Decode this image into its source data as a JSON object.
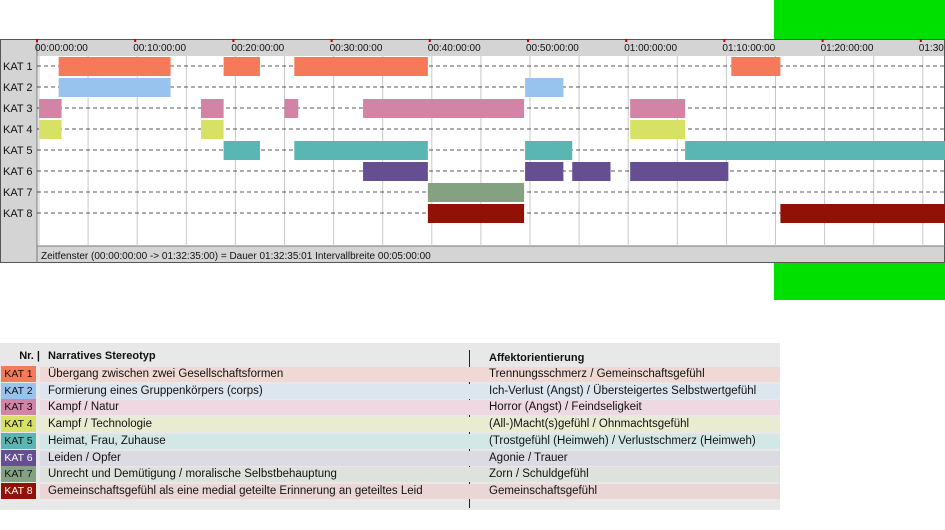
{
  "chart_data": {
    "type": "timeline",
    "time_labels": [
      "00:00:00:00",
      "00:10:00:00",
      "00:20:00:00",
      "00:30:00:00",
      "00:40:00:00",
      "00:50:00:00",
      "01:00:00:00",
      "01:10:00:00",
      "01:20:00:00",
      "01:30"
    ],
    "time_ticks_min": [
      0,
      10,
      20,
      30,
      40,
      50,
      60,
      70,
      80,
      90
    ],
    "window_min": [
      0,
      92.58
    ],
    "status_text": "Zeitfenster (00:00:00:00 -> 01:32:35:00) = Dauer 01:32:35:01     Intervallbreite 00:05:00:00",
    "rows": [
      {
        "label": "KAT 1",
        "color": "#f47a59",
        "segments": [
          [
            2,
            13.4
          ],
          [
            18.8,
            22.5
          ],
          [
            26,
            39.6
          ],
          [
            70.5,
            75.5
          ]
        ]
      },
      {
        "label": "KAT 2",
        "color": "#97c3ee",
        "segments": [
          [
            2,
            13.4
          ],
          [
            49.5,
            53.4
          ]
        ]
      },
      {
        "label": "KAT 3",
        "color": "#d283a6",
        "segments": [
          [
            0,
            2.3
          ],
          [
            16.5,
            18.8
          ],
          [
            25,
            26.4
          ],
          [
            33,
            49.4
          ],
          [
            60.2,
            65.8
          ]
        ]
      },
      {
        "label": "KAT 4",
        "color": "#d7e165",
        "segments": [
          [
            0,
            2.3
          ],
          [
            16.5,
            18.8
          ],
          [
            60.2,
            65.8
          ]
        ]
      },
      {
        "label": "KAT 5",
        "color": "#5ab6b2",
        "segments": [
          [
            18.8,
            22.5
          ],
          [
            26,
            39.6
          ],
          [
            49.5,
            54.3
          ],
          [
            65.8,
            92.58
          ]
        ]
      },
      {
        "label": "KAT 6",
        "color": "#654f92",
        "segments": [
          [
            33,
            39.6
          ],
          [
            49.5,
            53.4
          ],
          [
            54.3,
            58.2
          ],
          [
            60.2,
            70.2
          ]
        ]
      },
      {
        "label": "KAT 7",
        "color": "#84a281",
        "segments": [
          [
            39.6,
            49.4
          ]
        ]
      },
      {
        "label": "KAT 8",
        "color": "#921107",
        "segments": [
          [
            39.6,
            49.4
          ],
          [
            75.5,
            92.58
          ]
        ]
      }
    ]
  },
  "legend": {
    "header": {
      "nr": "Nr. |",
      "stereotyp": "Narratives Stereotyp",
      "affekt": "Affektorientierung"
    },
    "rows": [
      {
        "kat": "KAT 1",
        "color": "#f47a59",
        "text_color": "#111111",
        "bg": "#f0d9d4",
        "stereotyp": "Übergang zwischen zwei Gesellschaftsformen",
        "affekt": "Trennungsschmerz / Gemeinschaftsgefühl"
      },
      {
        "kat": "KAT 2",
        "color": "#97c3ee",
        "text_color": "#111111",
        "bg": "#dde5ef",
        "stereotyp": "Formierung eines Gruppenkörpers (corps)",
        "affekt": "Ich-Verlust (Angst) / Übersteigertes Selbstwertgefühl"
      },
      {
        "kat": "KAT 3",
        "color": "#d283a6",
        "text_color": "#111111",
        "bg": "#eed9e2",
        "stereotyp": "Kampf / Natur",
        "affekt": "Horror (Angst) / Feindseligkeit"
      },
      {
        "kat": "KAT 4",
        "color": "#d7e165",
        "text_color": "#111111",
        "bg": "#eaecd2",
        "stereotyp": "Kampf / Technologie",
        "affekt": "(All-)Macht(s)gefühl / Ohnmachtsgefühl"
      },
      {
        "kat": "KAT 5",
        "color": "#5ab6b2",
        "text_color": "#111111",
        "bg": "#d3e7e6",
        "stereotyp": "Heimat, Frau, Zuhause",
        "affekt": "(Trostgefühl (Heimweh) / Verlustschmerz (Heimweh)"
      },
      {
        "kat": "KAT 6",
        "color": "#654f92",
        "text_color": "#ffffff",
        "bg": "#dcdae3",
        "stereotyp": "Leiden / Opfer",
        "affekt": "Agonie / Trauer"
      },
      {
        "kat": "KAT 7",
        "color": "#84a281",
        "text_color": "#111111",
        "bg": "#dde3dc",
        "stereotyp": "Unrecht und Demütigung / moralische Selbstbehauptung",
        "affekt": "Zorn / Schuldgefühl"
      },
      {
        "kat": "KAT 8",
        "color": "#921107",
        "text_color": "#ffffff",
        "bg": "#ebd6d6",
        "stereotyp": "Gemeinschaftsgefühl als eine medial geteilte Erinnerung an geteiltes Leid",
        "affekt": "Gemeinschaftsgefühl"
      }
    ]
  }
}
